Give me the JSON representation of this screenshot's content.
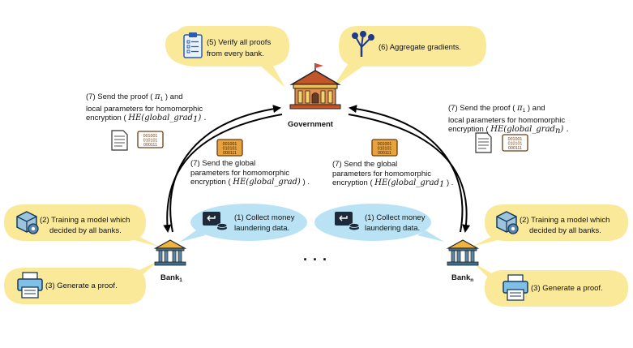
{
  "bubbles": {
    "verify": "(5) Verify all proofs",
    "verify_line2": "from  every bank.",
    "aggregate": "(6) Aggregate gradients.",
    "collect_line1": "(1) Collect money",
    "collect_line2": "laundering data.",
    "train_line1": "(2) Training a model which",
    "train_line2": "decided by all banks.",
    "proof": "(3) Generate a proof."
  },
  "entities": {
    "government": "Government",
    "bank": "Bank",
    "bank_left_sub": "1",
    "bank_right_sub": "n",
    "ellipsis": ". . ."
  },
  "send_proof": {
    "line1_pre": "(7) Send the proof ( ",
    "pi": "π",
    "pi_sub_left": "1",
    "pi_sub_right": "1",
    "line1_post": " ) and",
    "line2": "local parameters for homomorphic",
    "line3_pre": "encryption ( ",
    "he": "HE(global_grad",
    "grad_sub_left": "1",
    "grad_sub_right": "n",
    "line3_post": ") ."
  },
  "send_global": {
    "line1": "(7) Send the global",
    "line2": "parameters for homomorphic",
    "line3_pre": "encryption ( ",
    "he_left": "HE(global_grad)",
    "he_right": "HE(global_grad",
    "grad_sub_right": "1",
    "line3_post": " ) ."
  },
  "binary_rows": [
    "001001",
    "010101",
    "000111"
  ],
  "colors": {
    "bubble_yellow": "#fbe99a",
    "bubble_blue": "#b9e3f4",
    "bank_blue": "#3f6d8c",
    "gov_orange": "#c0562a",
    "chip_fill": "#e8a33c"
  }
}
